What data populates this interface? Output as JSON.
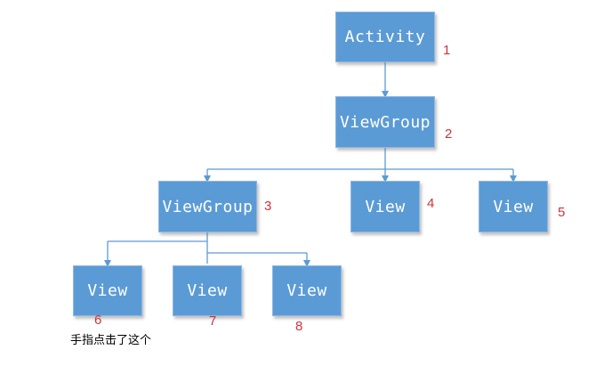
{
  "nodes": {
    "activity": {
      "label": "Activity",
      "number": "1"
    },
    "viewgroup2": {
      "label": "ViewGroup",
      "number": "2"
    },
    "viewgroup3": {
      "label": "ViewGroup",
      "number": "3"
    },
    "view4": {
      "label": "View",
      "number": "4"
    },
    "view5": {
      "label": "View",
      "number": "5"
    },
    "view6": {
      "label": "View",
      "number": "6"
    },
    "view7": {
      "label": "View",
      "number": "7"
    },
    "view8": {
      "label": "View",
      "number": "8"
    }
  },
  "caption": "手指点击了这个",
  "colors": {
    "node_fill": "#5b9bd5",
    "connector": "#5b9bd5",
    "number": "#d0323a"
  }
}
